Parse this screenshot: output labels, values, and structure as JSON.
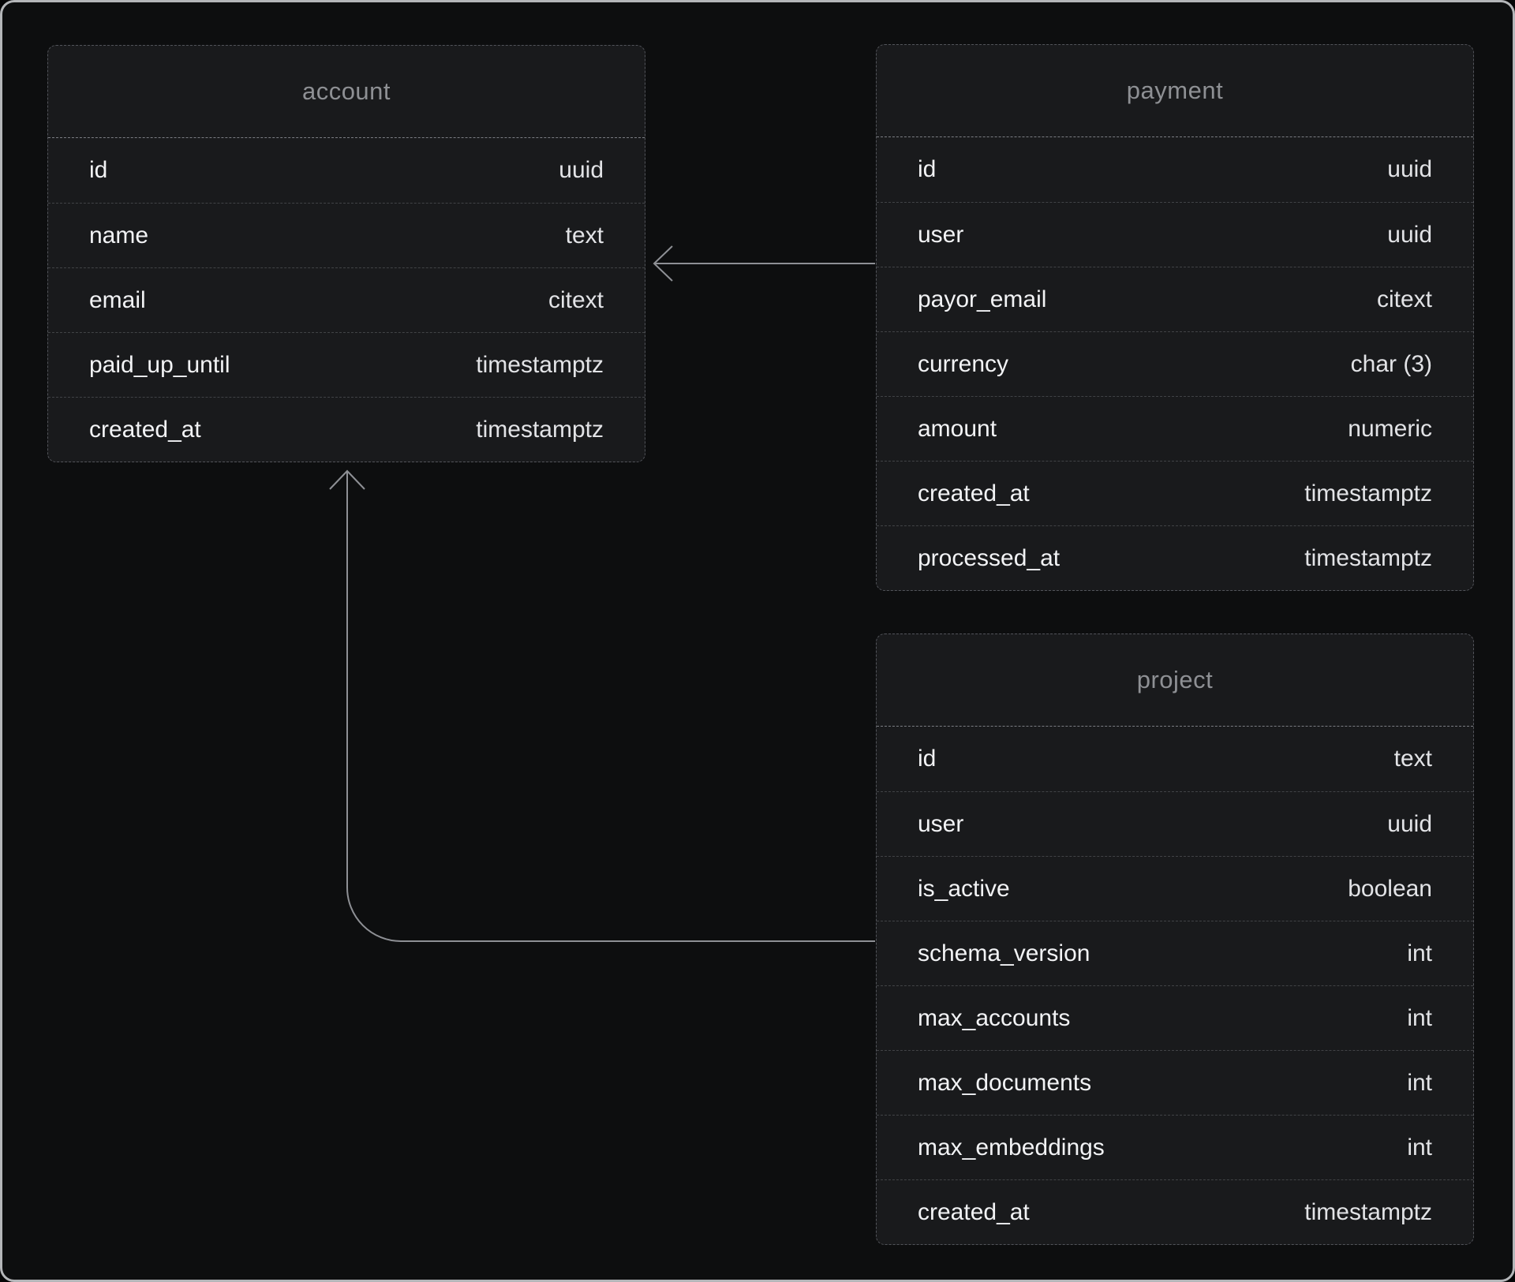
{
  "diagram": {
    "colors": {
      "background": "#0d0e0f",
      "frame_border": "#b4b6b9",
      "table_background": "#191a1c",
      "table_border": "#52545a",
      "header_separator": "#7b7d83",
      "title_text": "#8e9094",
      "field_text": "#f2f3f5",
      "type_text": "#e2e3e6",
      "edge_line": "#8e9095"
    },
    "tables": [
      {
        "title": "account",
        "rows": [
          {
            "name": "id",
            "type": "uuid"
          },
          {
            "name": "name",
            "type": "text"
          },
          {
            "name": "email",
            "type": "citext"
          },
          {
            "name": "paid_up_until",
            "type": "timestamptz"
          },
          {
            "name": "created_at",
            "type": "timestamptz"
          }
        ]
      },
      {
        "title": "payment",
        "rows": [
          {
            "name": "id",
            "type": "uuid"
          },
          {
            "name": "user",
            "type": "uuid"
          },
          {
            "name": "payor_email",
            "type": "citext"
          },
          {
            "name": "currency",
            "type": "char (3)"
          },
          {
            "name": "amount",
            "type": "numeric"
          },
          {
            "name": "created_at",
            "type": "timestamptz"
          },
          {
            "name": "processed_at",
            "type": "timestamptz"
          }
        ]
      },
      {
        "title": "project",
        "rows": [
          {
            "name": "id",
            "type": "text"
          },
          {
            "name": "user",
            "type": "uuid"
          },
          {
            "name": "is_active",
            "type": "boolean"
          },
          {
            "name": "schema_version",
            "type": "int"
          },
          {
            "name": "max_accounts",
            "type": "int"
          },
          {
            "name": "max_documents",
            "type": "int"
          },
          {
            "name": "max_embeddings",
            "type": "int"
          },
          {
            "name": "created_at",
            "type": "timestamptz"
          }
        ]
      }
    ],
    "relationships": [
      {
        "from_table": "payment",
        "to_table": "account",
        "arrow_direction": "left"
      },
      {
        "from_table": "project",
        "to_table": "account",
        "arrow_direction": "up"
      }
    ]
  }
}
